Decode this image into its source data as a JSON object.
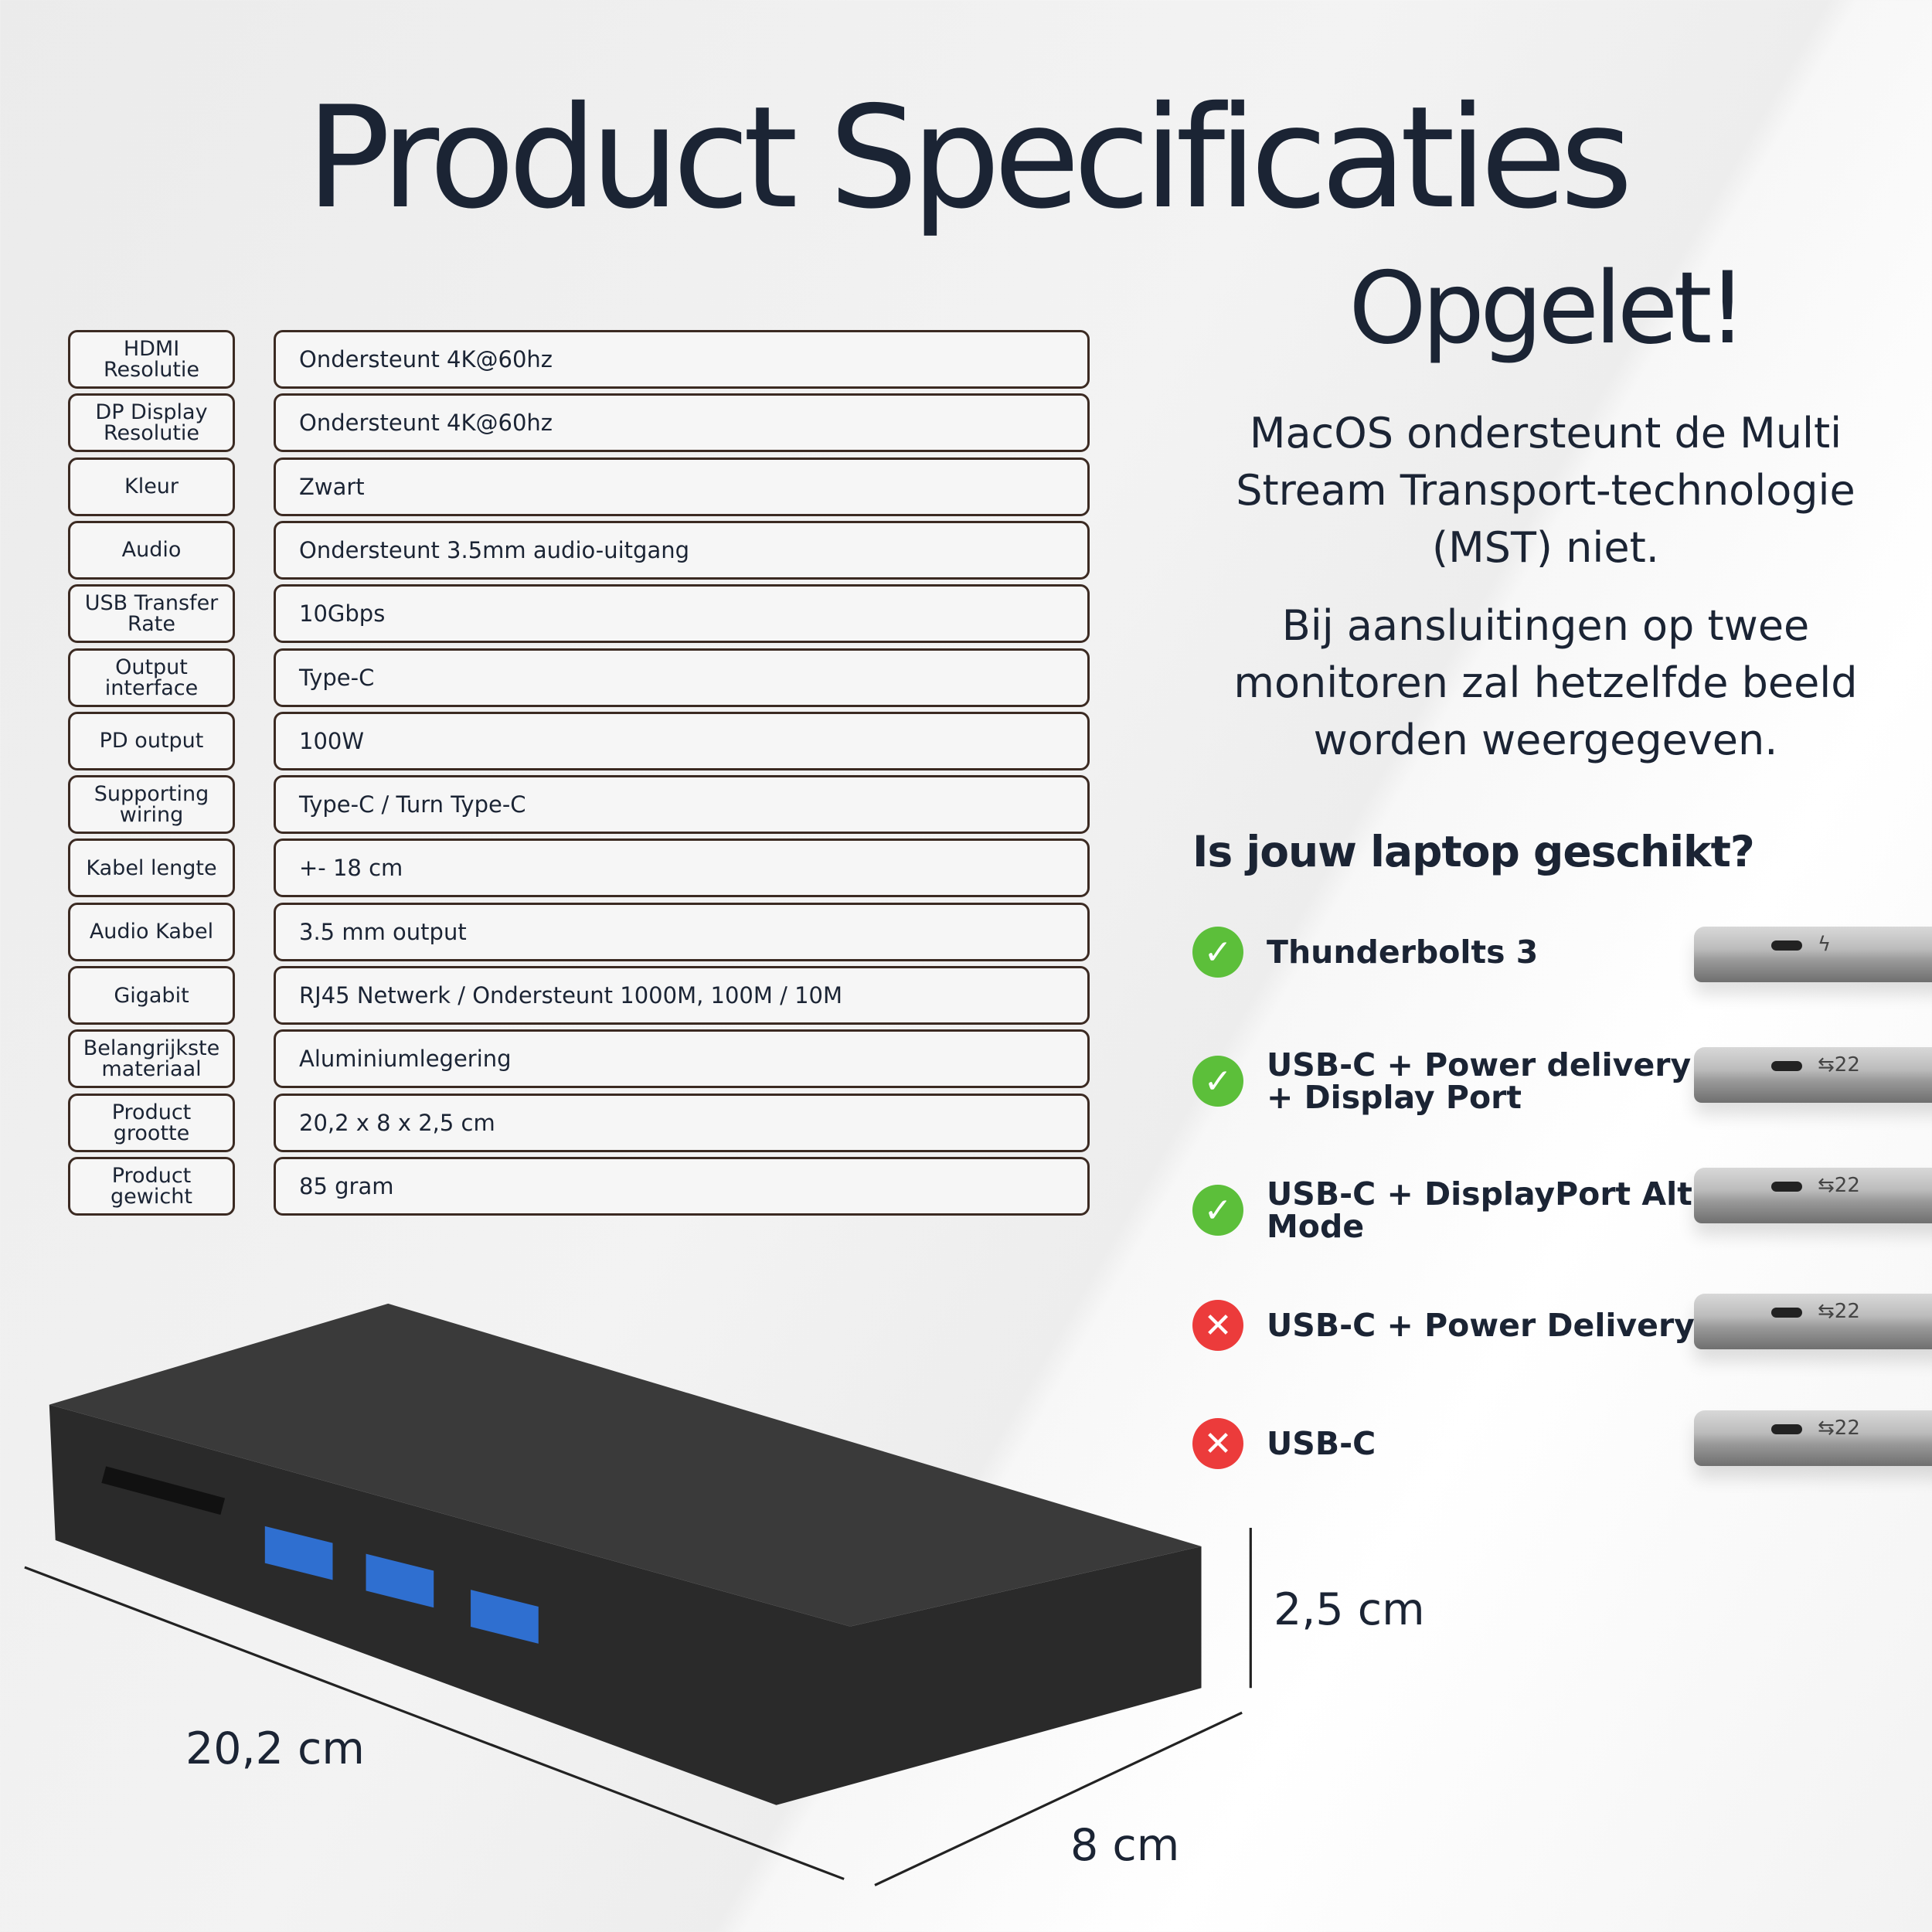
{
  "title": "Product Specificaties",
  "specs": [
    {
      "label": "HDMI Resolutie",
      "value": "Ondersteunt 4K@60hz"
    },
    {
      "label": "DP Display Resolutie",
      "value": "Ondersteunt 4K@60hz"
    },
    {
      "label": "Kleur",
      "value": "Zwart"
    },
    {
      "label": "Audio",
      "value": "Ondersteunt 3.5mm audio-uitgang"
    },
    {
      "label": "USB Transfer Rate",
      "value": "10Gbps"
    },
    {
      "label": "Output interface",
      "value": "Type-C"
    },
    {
      "label": "PD output",
      "value": "100W"
    },
    {
      "label": "Supporting wiring",
      "value": "Type-C / Turn Type-C"
    },
    {
      "label": "Kabel lengte",
      "value": "+- 18 cm"
    },
    {
      "label": "Audio Kabel",
      "value": "3.5 mm output"
    },
    {
      "label": "Gigabit",
      "value": "RJ45 Netwerk / Ondersteunt 1000M, 100M / 10M"
    },
    {
      "label": "Belangrijkste materiaal",
      "value": "Aluminiumlegering"
    },
    {
      "label": "Product grootte",
      "value": "20,2 x 8 x 2,5 cm"
    },
    {
      "label": "Product gewicht",
      "value": "85 gram"
    }
  ],
  "notice": {
    "heading": "Opgelet!",
    "p1": "MacOS ondersteunt de Multi Stream Transport-technologie (MST) niet.",
    "p2": "Bij aansluitingen op twee monitoren zal hetzelfde beeld worden weergegeven."
  },
  "compat": {
    "question": "Is jouw laptop geschikt?",
    "items": [
      {
        "label": "Thunderbolts 3",
        "ok": true,
        "icon": "check-icon",
        "port_symbol": "thunderbolt"
      },
      {
        "label": "USB-C + Power delivery + Display Port",
        "ok": true,
        "icon": "check-icon",
        "port_symbol": "usb-ss-pd"
      },
      {
        "label": "USB-C + DisplayPort Alt Mode",
        "ok": true,
        "icon": "check-icon",
        "port_symbol": "usb-ss-dp"
      },
      {
        "label": "USB-C + Power Delivery",
        "ok": false,
        "icon": "cross-icon",
        "port_symbol": "usb-ss-pd"
      },
      {
        "label": "USB-C",
        "ok": false,
        "icon": "cross-icon",
        "port_symbol": "usb-ss"
      }
    ],
    "colors": {
      "ok": "#5cbf3a",
      "no": "#ec3b3b"
    }
  },
  "dimensions": {
    "length": "20,2 cm",
    "width": "8 cm",
    "height": "2,5 cm"
  }
}
